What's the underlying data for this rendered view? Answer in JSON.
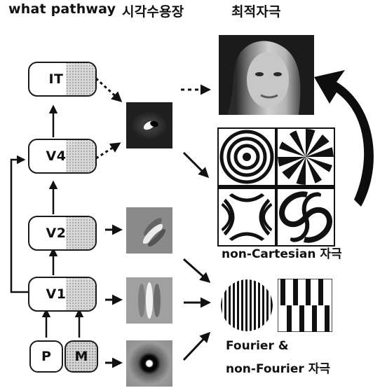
{
  "headers": {
    "pathway": "what pathway",
    "receptive_field": "시각수용장",
    "optimal_stimulus": "최적자극"
  },
  "areas": {
    "it": "IT",
    "v4": "V4",
    "v2": "V2",
    "v1": "V1",
    "p": "P",
    "m": "M"
  },
  "captions": {
    "non_cartesian": "non-Cartesian 자극",
    "fourier_line1": "Fourier &",
    "fourier_line2": "non-Fourier 자극"
  }
}
